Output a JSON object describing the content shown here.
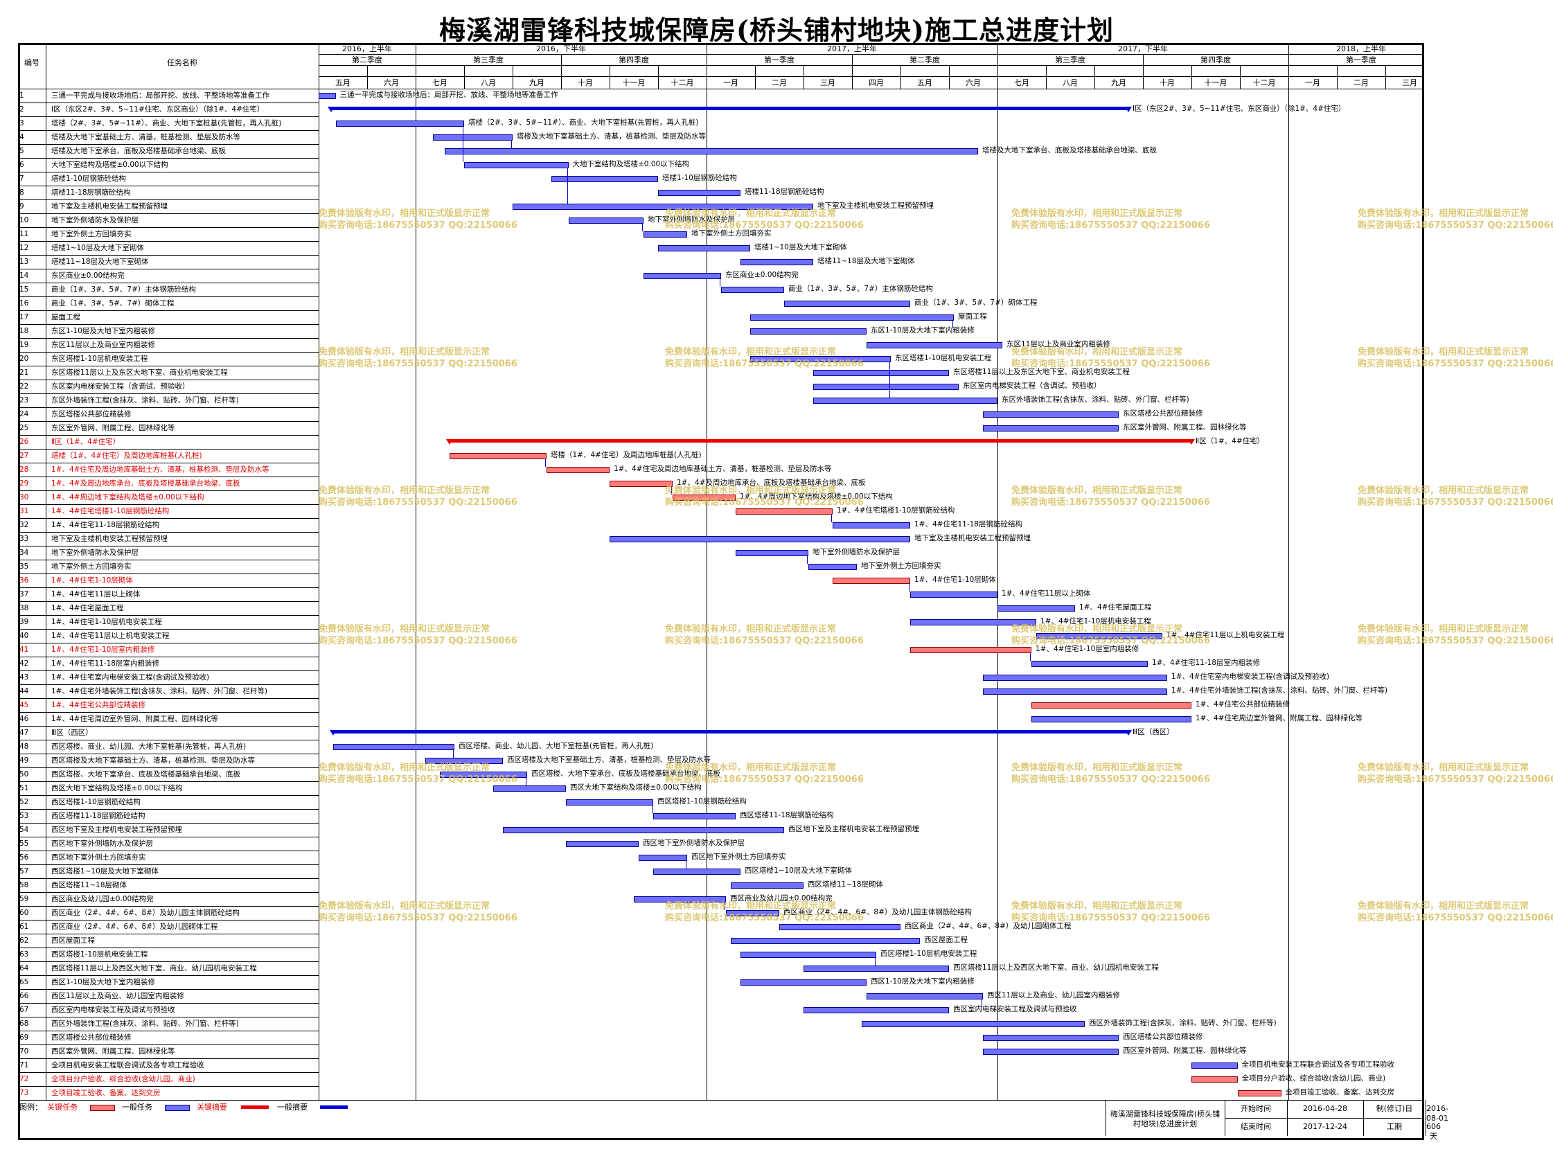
{
  "title": "梅溪湖雷锋科技城保障房(桥头铺村地块)施工总进度计划",
  "header": {
    "col_no": "编号",
    "col_name": "任务名称",
    "halves": [
      "2016，上半年",
      "2016，下半年",
      "2017，上半年",
      "2017，下半年",
      "2018，上半年"
    ],
    "quarters": [
      "第二季度",
      "第三季度",
      "第四季度",
      "第一季度",
      "第二季度",
      "第三季度",
      "第四季度",
      "第一季度"
    ],
    "months": [
      "五月",
      "六月",
      "七月",
      "八月",
      "九月",
      "十月",
      "十一月",
      "十二月",
      "一月",
      "二月",
      "三月",
      "四月",
      "五月",
      "六月",
      "七月",
      "八月",
      "九月",
      "十月",
      "十一月",
      "十二月",
      "一月",
      "二月",
      "三月"
    ]
  },
  "tasks": [
    {
      "no": "1",
      "name": "三通一平完成与接收场地后：局部开挖、放线、平整场地等准备工作",
      "label": "三通一平完成与接收场地后：局部开挖、放线、平整场地等准备工作",
      "s": 0.0,
      "e": 0.35,
      "type": "normal"
    },
    {
      "no": "2",
      "name": "Ⅰ区（东区2#、3#、5~11#住宅、东区商业）（除1#、4#住宅）",
      "label": "Ⅰ区（东区2#、3#、5~11#住宅、东区商业）（除1#、4#住宅）",
      "s": 0.25,
      "e": 16.7,
      "type": "summary"
    },
    {
      "no": "3",
      "name": "塔楼（2#、3#、5#~11#）、商业、大地下室桩基(先管桩，再人孔桩)",
      "label": "塔楼（2#、3#、5#~11#）、商业、大地下室桩基(先管桩，再人孔桩)",
      "s": 0.35,
      "e": 3.0,
      "type": "normal"
    },
    {
      "no": "4",
      "name": "塔楼及大地下室基础土方、清基，桩基检测、垫层及防水等",
      "label": "塔楼及大地下室基础土方、清基，桩基检测、垫层及防水等",
      "s": 2.35,
      "e": 4.0,
      "type": "normal"
    },
    {
      "no": "5",
      "name": "塔楼及大地下室承台、底板及塔楼基础承台地梁、底板",
      "label": "塔楼及大地下室承台、底板及塔楼基础承台地梁、底板",
      "s": 2.6,
      "e": 13.6,
      "type": "normal"
    },
    {
      "no": "6",
      "name": "大地下室结构及塔楼±0.00以下结构",
      "label": "大地下室结构及塔楼±0.00以下结构",
      "s": 3.0,
      "e": 5.15,
      "type": "normal"
    },
    {
      "no": "7",
      "name": "塔楼1-10层钢筋砼结构",
      "label": "塔楼1-10层钢筋砼结构",
      "s": 4.8,
      "e": 7.0,
      "type": "normal"
    },
    {
      "no": "8",
      "name": "塔楼11-18层钢筋砼结构",
      "label": "塔楼11-18层钢筋砼结构",
      "s": 7.0,
      "e": 8.7,
      "type": "normal"
    },
    {
      "no": "9",
      "name": "地下室及主楼机电安装工程预留预埋",
      "label": "地下室及主楼机电安装工程预留预埋",
      "s": 4.0,
      "e": 10.2,
      "type": "normal"
    },
    {
      "no": "10",
      "name": "地下室外侧墙防水及保护层",
      "label": "地下室外侧墙防水及保护层",
      "s": 5.15,
      "e": 6.7,
      "type": "normal"
    },
    {
      "no": "11",
      "name": "地下室外侧土方回填夯实",
      "label": "地下室外侧土方回填夯实",
      "s": 6.7,
      "e": 7.6,
      "type": "normal"
    },
    {
      "no": "12",
      "name": "塔楼1~10层及大地下室砌体",
      "label": "塔楼1~10层及大地下室砌体",
      "s": 7.0,
      "e": 8.9,
      "type": "normal"
    },
    {
      "no": "13",
      "name": "塔楼11~18层及大地下室砌体",
      "label": "塔楼11~18层及大地下室砌体",
      "s": 8.7,
      "e": 10.2,
      "type": "normal"
    },
    {
      "no": "14",
      "name": "东区商业±0.00结构完",
      "label": "东区商业±0.00结构完",
      "s": 6.7,
      "e": 8.3,
      "type": "normal"
    },
    {
      "no": "15",
      "name": "商业（1#、3#、5#、7#）主体钢筋砼结构",
      "label": "商业（1#、3#、5#、7#）主体钢筋砼结构",
      "s": 8.3,
      "e": 9.6,
      "type": "normal"
    },
    {
      "no": "16",
      "name": "商业（1#、3#、5#、7#）砌体工程",
      "label": "商业（1#、3#、5#、7#）砌体工程",
      "s": 9.6,
      "e": 12.2,
      "type": "normal"
    },
    {
      "no": "17",
      "name": "屋面工程",
      "label": "屋面工程",
      "s": 8.9,
      "e": 13.1,
      "type": "normal"
    },
    {
      "no": "18",
      "name": "东区1-10层及大地下室内粗装修",
      "label": "东区1-10层及大地下室内粗装修",
      "s": 8.9,
      "e": 11.3,
      "type": "normal"
    },
    {
      "no": "19",
      "name": "东区11层以上及商业室内粗装修",
      "label": "东区11层以上及商业室内粗装修",
      "s": 11.3,
      "e": 14.1,
      "type": "normal"
    },
    {
      "no": "20",
      "name": "东区塔楼1-10层机电安装工程",
      "label": "东区塔楼1-10层机电安装工程",
      "s": 8.9,
      "e": 11.8,
      "type": "normal"
    },
    {
      "no": "21",
      "name": "东区塔楼11层以上及东区大地下室、商业机电安装工程",
      "label": "东区塔楼11层以上及东区大地下室、商业机电安装工程",
      "s": 10.2,
      "e": 13.0,
      "type": "normal"
    },
    {
      "no": "22",
      "name": "东区室内电梯安装工程（含调试、预验收）",
      "label": "东区室内电梯安装工程（含调试、预验收）",
      "s": 10.2,
      "e": 13.2,
      "type": "normal"
    },
    {
      "no": "23",
      "name": "东区外墙装饰工程(含抹灰、涂料、贴砖、外门窗、栏杆等)",
      "label": "东区外墙装饰工程(含抹灰、涂料、贴砖、外门窗、栏杆等)",
      "s": 10.2,
      "e": 14.0,
      "type": "normal"
    },
    {
      "no": "24",
      "name": "东区塔楼公共部位精装修",
      "label": "东区塔楼公共部位精装修",
      "s": 13.7,
      "e": 16.5,
      "type": "normal"
    },
    {
      "no": "25",
      "name": "东区室外管网、附属工程、园林绿化等",
      "label": "东区室外管网、附属工程、园林绿化等",
      "s": 13.7,
      "e": 16.5,
      "type": "normal"
    },
    {
      "no": "26",
      "name": "Ⅱ区（1#、4#住宅）",
      "label": "Ⅱ区（1#、4#住宅）",
      "s": 2.7,
      "e": 18.0,
      "type": "summary-crit"
    },
    {
      "no": "27",
      "name": "塔楼（1#、4#住宅）及周边地库桩基(人孔桩)",
      "label": "塔楼（1#、4#住宅）及周边地库桩基(人孔桩)",
      "s": 2.7,
      "e": 4.7,
      "type": "critical"
    },
    {
      "no": "28",
      "name": "1#、4#住宅及周边地库基础土方、清基，桩基检测、垫层及防水等",
      "label": "1#、4#住宅及周边地库基础土方、清基，桩基检测、垫层及防水等",
      "s": 4.7,
      "e": 6.0,
      "type": "critical"
    },
    {
      "no": "29",
      "name": "1#、4#及周边地库承台、底板及塔楼基础承台地梁、底板",
      "label": "1#、4#及周边地库承台、底板及塔楼基础承台地梁、底板",
      "s": 6.0,
      "e": 7.3,
      "type": "critical"
    },
    {
      "no": "30",
      "name": "1#、4#周边地下室结构及塔楼±0.00以下结构",
      "label": "1#、4#周边地下室结构及塔楼±0.00以下结构",
      "s": 7.3,
      "e": 8.6,
      "type": "critical"
    },
    {
      "no": "31",
      "name": "1#、4#住宅塔楼1-10层钢筋砼结构",
      "label": "1#、4#住宅塔楼1-10层钢筋砼结构",
      "s": 8.6,
      "e": 10.6,
      "type": "critical"
    },
    {
      "no": "32",
      "name": "1#、4#住宅11-18层钢筋砼结构",
      "label": "1#、4#住宅11-18层钢筋砼结构",
      "s": 10.6,
      "e": 12.2,
      "type": "normal"
    },
    {
      "no": "33",
      "name": "地下室及主楼机电安装工程预留预埋",
      "label": "地下室及主楼机电安装工程预留预埋",
      "s": 6.0,
      "e": 12.2,
      "type": "normal"
    },
    {
      "no": "34",
      "name": "地下室外侧墙防水及保护层",
      "label": "地下室外侧墙防水及保护层",
      "s": 8.6,
      "e": 10.1,
      "type": "normal"
    },
    {
      "no": "35",
      "name": "地下室外侧土方回填夯实",
      "label": "地下室外侧土方回填夯实",
      "s": 10.1,
      "e": 11.1,
      "type": "normal"
    },
    {
      "no": "36",
      "name": "1#、4#住宅1-10层砌体",
      "label": "1#、4#住宅1-10层砌体",
      "s": 10.6,
      "e": 12.2,
      "type": "critical"
    },
    {
      "no": "37",
      "name": "1#、4#住宅11层以上砌体",
      "label": "1#、4#住宅11层以上砌体",
      "s": 12.2,
      "e": 14.0,
      "type": "normal"
    },
    {
      "no": "38",
      "name": "1#、4#住宅屋面工程",
      "label": "1#、4#住宅屋面工程",
      "s": 14.0,
      "e": 15.6,
      "type": "normal"
    },
    {
      "no": "39",
      "name": "1#、4#住宅1-10层机电安装工程",
      "label": "1#、4#住宅1-10层机电安装工程",
      "s": 12.2,
      "e": 14.8,
      "type": "normal"
    },
    {
      "no": "40",
      "name": "1#、4#住宅11层以上机电安装工程",
      "label": "1#、4#住宅11层以上机电安装工程",
      "s": 14.8,
      "e": 17.4,
      "type": "normal"
    },
    {
      "no": "41",
      "name": "1#、4#住宅1-10层室内粗装修",
      "label": "1#、4#住宅1-10层室内粗装修",
      "s": 12.2,
      "e": 14.7,
      "type": "critical"
    },
    {
      "no": "42",
      "name": "1#、4#住宅11-18层室内粗装修",
      "label": "1#、4#住宅11-18层室内粗装修",
      "s": 14.7,
      "e": 17.1,
      "type": "normal"
    },
    {
      "no": "43",
      "name": "1#、4#住宅室内电梯安装工程(含调试及预验收)",
      "label": "1#、4#住宅室内电梯安装工程(含调试及预验收)",
      "s": 13.7,
      "e": 17.5,
      "type": "normal"
    },
    {
      "no": "44",
      "name": "1#、4#住宅外墙装饰工程(含抹灰、涂料、贴砖、外门窗、栏杆等)",
      "label": "1#、4#住宅外墙装饰工程(含抹灰、涂料、贴砖、外门窗、栏杆等)",
      "s": 13.7,
      "e": 17.5,
      "type": "normal"
    },
    {
      "no": "45",
      "name": "1#、4#住宅公共部位精装修",
      "label": "1#、4#住宅公共部位精装修",
      "s": 14.7,
      "e": 18.0,
      "type": "critical"
    },
    {
      "no": "46",
      "name": "1#、4#住宅周边室外管网、附属工程、园林绿化等",
      "label": "1#、4#住宅周边室外管网、附属工程、园林绿化等",
      "s": 14.7,
      "e": 18.0,
      "type": "normal"
    },
    {
      "no": "47",
      "name": "Ⅲ区（西区）",
      "label": "Ⅲ区（西区）",
      "s": 0.3,
      "e": 16.7,
      "type": "summary"
    },
    {
      "no": "48",
      "name": "西区塔楼、商业、幼儿园、大地下室桩基(先管桩，再人孔桩)",
      "label": "西区塔楼、商业、幼儿园、大地下室桩基(先管桩，再人孔桩)",
      "s": 0.3,
      "e": 2.8,
      "type": "normal"
    },
    {
      "no": "49",
      "name": "西区塔楼及大地下室基础土方、清基，桩基检测、垫层及防水等",
      "label": "西区塔楼及大地下室基础土方、清基，桩基检测、垫层及防水等",
      "s": 2.2,
      "e": 3.8,
      "type": "normal"
    },
    {
      "no": "50",
      "name": "西区塔楼、大地下室承台、底板及塔楼基础承台地梁、底板",
      "label": "西区塔楼、大地下室承台、底板及塔楼基础承台地梁、底板",
      "s": 2.5,
      "e": 4.3,
      "type": "normal"
    },
    {
      "no": "51",
      "name": "西区大地下室结构及塔楼±0.00以下结构",
      "label": "西区大地下室结构及塔楼±0.00以下结构",
      "s": 3.6,
      "e": 5.1,
      "type": "normal"
    },
    {
      "no": "52",
      "name": "西区塔楼1-10层钢筋砼结构",
      "label": "西区塔楼1-10层钢筋砼结构",
      "s": 5.1,
      "e": 6.9,
      "type": "normal"
    },
    {
      "no": "53",
      "name": "西区塔楼11-18层钢筋砼结构",
      "label": "西区塔楼11-18层钢筋砼结构",
      "s": 6.9,
      "e": 8.6,
      "type": "normal"
    },
    {
      "no": "54",
      "name": "西区地下室及主楼机电安装工程预留预埋",
      "label": "西区地下室及主楼机电安装工程预留预埋",
      "s": 3.8,
      "e": 9.6,
      "type": "normal"
    },
    {
      "no": "55",
      "name": "西区地下室外侧墙防水及保护层",
      "label": "西区地下室外侧墙防水及保护层",
      "s": 5.1,
      "e": 6.6,
      "type": "normal"
    },
    {
      "no": "56",
      "name": "西区地下室外侧土方回填夯实",
      "label": "西区地下室外侧土方回填夯实",
      "s": 6.6,
      "e": 7.6,
      "type": "normal"
    },
    {
      "no": "57",
      "name": "西区塔楼1~10层及大地下室砌体",
      "label": "西区塔楼1~10层及大地下室砌体",
      "s": 6.9,
      "e": 8.7,
      "type": "normal"
    },
    {
      "no": "58",
      "name": "西区塔楼11~18层砌体",
      "label": "西区塔楼11~18层砌体",
      "s": 8.5,
      "e": 10.0,
      "type": "normal"
    },
    {
      "no": "59",
      "name": "西区商业及幼儿园±0.00结构完",
      "label": "西区商业及幼儿园±0.00结构完",
      "s": 6.5,
      "e": 8.4,
      "type": "normal"
    },
    {
      "no": "60",
      "name": "西区商业（2#、4#、6#、8#）及幼儿园主体钢筋砼结构",
      "label": "西区商业（2#、4#、6#、8#）及幼儿园主体钢筋砼结构",
      "s": 8.4,
      "e": 9.5,
      "type": "normal"
    },
    {
      "no": "61",
      "name": "西区商业（2#、4#、6#、8#）及幼儿园砌体工程",
      "label": "西区商业（2#、4#、6#、8#）及幼儿园砌体工程",
      "s": 9.5,
      "e": 12.0,
      "type": "normal"
    },
    {
      "no": "62",
      "name": "西区屋面工程",
      "label": "西区屋面工程",
      "s": 8.5,
      "e": 12.4,
      "type": "normal"
    },
    {
      "no": "63",
      "name": "西区塔楼1-10层机电安装工程",
      "label": "西区塔楼1-10层机电安装工程",
      "s": 8.7,
      "e": 11.5,
      "type": "normal"
    },
    {
      "no": "64",
      "name": "西区塔楼11层以上及西区大地下室、商业、幼儿园机电安装工程",
      "label": "西区塔楼11层以上及西区大地下室、商业、幼儿园机电安装工程",
      "s": 10.0,
      "e": 13.0,
      "type": "normal"
    },
    {
      "no": "65",
      "name": "西区1-10层及大地下室内粗装修",
      "label": "西区1-10层及大地下室内粗装修",
      "s": 8.7,
      "e": 11.3,
      "type": "normal"
    },
    {
      "no": "66",
      "name": "西区11层以上及商业、幼儿园室内粗装修",
      "label": "西区11层以上及商业、幼儿园室内粗装修",
      "s": 11.3,
      "e": 13.7,
      "type": "normal"
    },
    {
      "no": "67",
      "name": "西区室内电梯安装工程及调试与预验收",
      "label": "西区室内电梯安装工程及调试与预验收",
      "s": 10.0,
      "e": 13.0,
      "type": "normal"
    },
    {
      "no": "68",
      "name": "西区外墙装饰工程(含抹灰、涂料、贴砖、外门窗、栏杆等)",
      "label": "西区外墙装饰工程(含抹灰、涂料、贴砖、外门窗、栏杆等)",
      "s": 11.2,
      "e": 15.8,
      "type": "normal"
    },
    {
      "no": "69",
      "name": "西区塔楼公共部位精装修",
      "label": "西区塔楼公共部位精装修",
      "s": 13.7,
      "e": 16.5,
      "type": "normal"
    },
    {
      "no": "70",
      "name": "西区室外管网、附属工程、园林绿化等",
      "label": "西区室外管网、附属工程、园林绿化等",
      "s": 13.7,
      "e": 16.5,
      "type": "normal"
    },
    {
      "no": "71",
      "name": "全项目机电安装工程联合调试及各专项工程验收",
      "label": "全项目机电安装工程联合调试及各专项工程验收",
      "s": 18.0,
      "e": 18.95,
      "type": "normal"
    },
    {
      "no": "72",
      "name": "全项目分户验收、综合验收(含幼儿园、商业)",
      "label": "全项目分户验收、综合验收(含幼儿园、商业)",
      "s": 18.0,
      "e": 18.95,
      "type": "critical"
    },
    {
      "no": "73",
      "name": "全项目竣工验收、备案、达到交房",
      "label": "全项目竣工验收、备案、达到交房",
      "s": 18.95,
      "e": 19.85,
      "type": "critical"
    }
  ],
  "red_rows": [
    "26",
    "27",
    "28",
    "29",
    "30",
    "31",
    "36",
    "41",
    "45",
    "72",
    "73"
  ],
  "watermark": {
    "line1": "免费体验版有水印，相用和正式版显示正常",
    "line2": "购买咨询电话:18675550537 QQ:22150066"
  },
  "legend": {
    "title": "图例：",
    "critical_task": "关键任务",
    "normal_task": "一般任务",
    "critical_summary": "关键摘要",
    "normal_summary": "一般摘要"
  },
  "info": {
    "project": "梅溪湖雷锋科技城保障房(桥头铺村地块)总进度计划",
    "start_label": "开始时间",
    "start_value": "2016-04-28",
    "made_label": "制(修订)日",
    "made_value": "2016-08-01",
    "end_label": "结束时间",
    "end_value": "2017-12-24",
    "duration_label": "工期",
    "duration_value": "606天"
  },
  "colors": {
    "normal_fill": "#7070ff",
    "critical_fill": "#ff7a7a",
    "summary": "#0000dd",
    "summary_crit": "#ee0000",
    "red_text": "#e00000",
    "watermark": "#d8c060"
  }
}
